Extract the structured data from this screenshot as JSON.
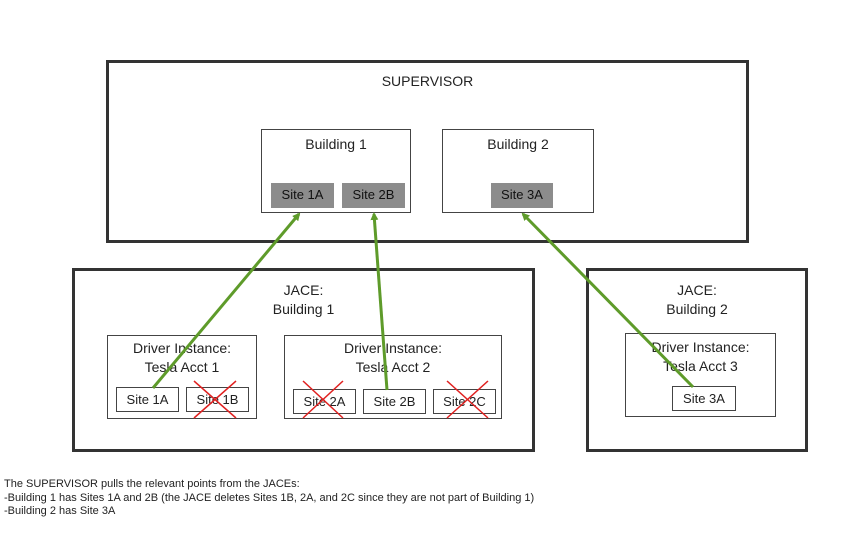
{
  "supervisor": {
    "title": "SUPERVISOR",
    "buildings": [
      {
        "title": "Building 1",
        "sites": [
          "Site 1A",
          "Site 2B"
        ]
      },
      {
        "title": "Building 2",
        "sites": [
          "Site 3A"
        ]
      }
    ]
  },
  "jaces": [
    {
      "title": "JACE:\nBuilding 1",
      "drivers": [
        {
          "title": "Driver Instance:\nTesla Acct 1",
          "sites": [
            {
              "label": "Site 1A",
              "deleted": false
            },
            {
              "label": "Site 1B",
              "deleted": true
            }
          ]
        },
        {
          "title": "Driver Instance:\nTesla Acct 2",
          "sites": [
            {
              "label": "Site 2A",
              "deleted": true
            },
            {
              "label": "Site 2B",
              "deleted": false
            },
            {
              "label": "Site 2C",
              "deleted": true
            }
          ]
        }
      ]
    },
    {
      "title": "JACE:\nBuilding 2",
      "drivers": [
        {
          "title": "Driver Instance:\nTesla Acct 3",
          "sites": [
            {
              "label": "Site 3A",
              "deleted": false
            }
          ]
        }
      ]
    }
  ],
  "caption": {
    "lines": [
      "The SUPERVISOR pulls the relevant points from the JACEs:",
      "-Building 1 has Sites 1A and 2B (the JACE deletes Sites 1B, 2A, and 2C since they are not part of Building 1)",
      "-Building 2 has Site 3A"
    ]
  },
  "colors": {
    "arrow": "#5e9b2a",
    "cross": "#e0201f",
    "site_fill": "#8c8c8c",
    "border": "#333333"
  }
}
